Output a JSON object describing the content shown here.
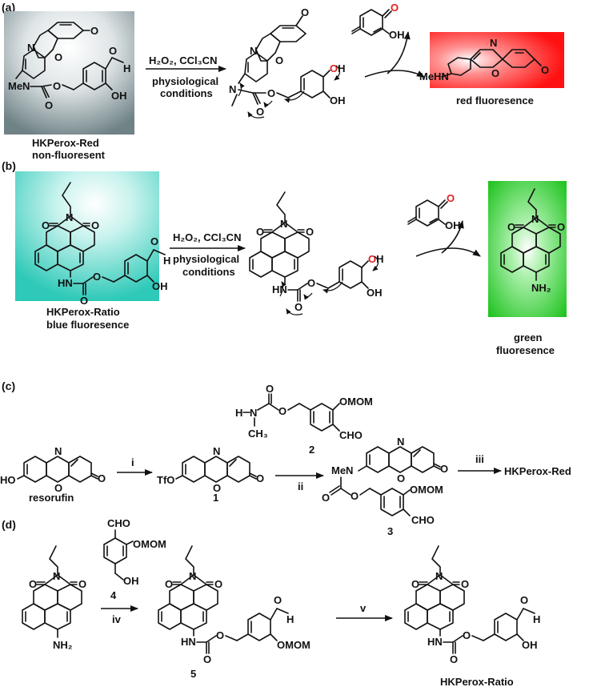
{
  "panels": {
    "a": "(a)",
    "b": "(b)",
    "c": "(c)",
    "d": "(d)"
  },
  "colors": {
    "red_glow": "#ff1a1a",
    "green_glow": "#22cc22",
    "cyan_glow": "#22ccbb",
    "gray_box": "#7d8f93",
    "oxygen_red": "#e0201e"
  },
  "a": {
    "reagents": "H₂O₂, CCl₃CN",
    "conditions": [
      "physiological",
      "conditions"
    ],
    "probe_name": "HKPerox-Red",
    "probe_state": "non-fluoresent",
    "product_label": "red fluoresence"
  },
  "b": {
    "reagents": "H₂O₂, CCl₃CN",
    "conditions": [
      "physiological",
      "conditions"
    ],
    "probe_name": "HKPerox-Ratio",
    "probe_state": "blue fluoresence",
    "product_label": [
      "green",
      "fluoresence"
    ]
  },
  "c": {
    "start_label": "resorufin",
    "step_i": "i",
    "step_ii": "ii",
    "step_iii": "iii",
    "cmpd1": "1",
    "cmpd2": "2",
    "cmpd3": "3",
    "product": "HKPerox-Red"
  },
  "d": {
    "step_iv": "iv",
    "step_v": "v",
    "cmpd4": "4",
    "cmpd5": "5",
    "product": "HKPerox-Ratio"
  },
  "atoms": {
    "N": "N",
    "O": "O",
    "H": "H",
    "OH": "OH",
    "MeN": "MeN",
    "MeHN": "MeHN",
    "HN": "HN",
    "NH2": "NH₂",
    "HO": "HO",
    "TfO": "TfO",
    "CHO": "CHO",
    "OMOM": "OMOM",
    "CH3": "CH₃"
  }
}
